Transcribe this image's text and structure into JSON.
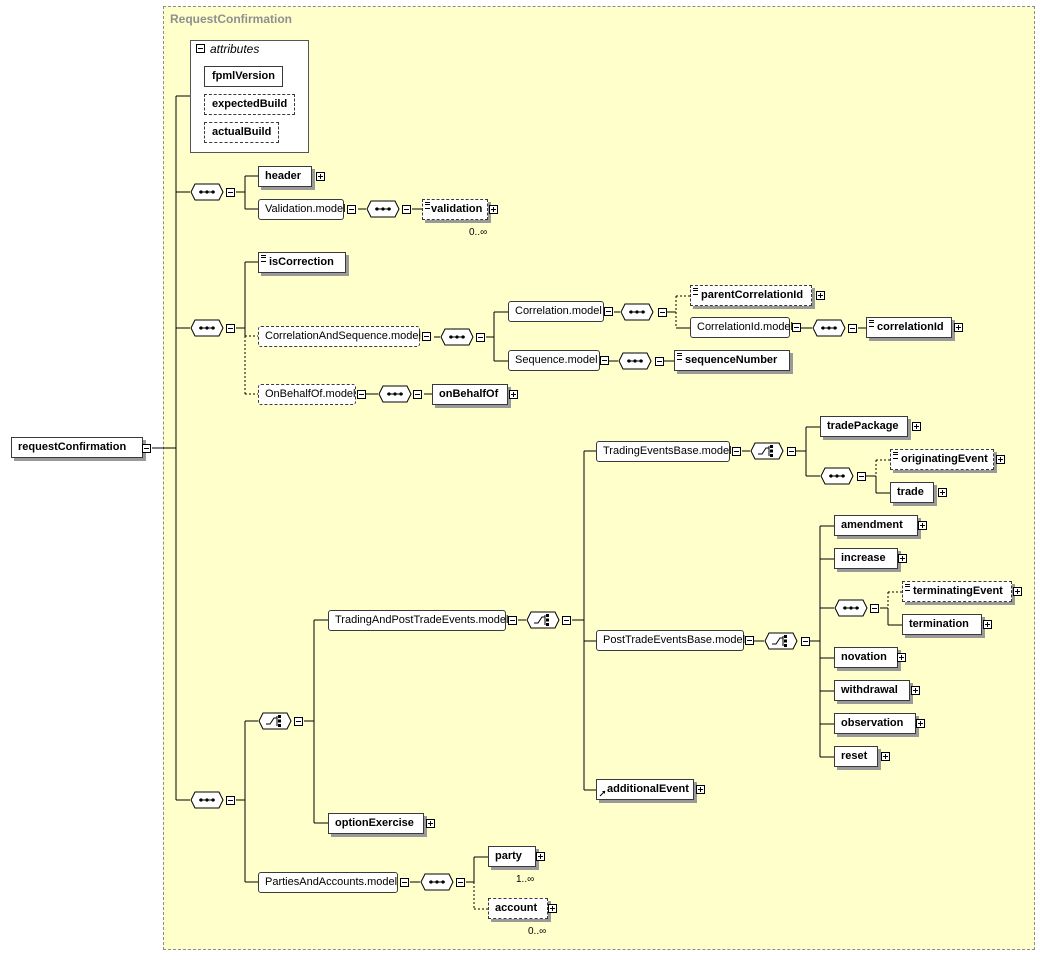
{
  "panel_title": "RequestConfirmation",
  "attributes": {
    "title": "attributes",
    "items": [
      "fpmlVersion",
      "expectedBuild",
      "actualBuild"
    ]
  },
  "nodes": {
    "root": "requestConfirmation",
    "header": "header",
    "validation_model": "Validation.model",
    "validation": "validation",
    "validation_card": "0..∞",
    "isCorrection": "isCorrection",
    "cs_model": "CorrelationAndSequence.model",
    "correlation_model": "Correlation.model",
    "parentCorrelationId": "parentCorrelationId",
    "correlationId_model": "CorrelationId.model",
    "correlationId": "correlationId",
    "sequence_model": "Sequence.model",
    "sequenceNumber": "sequenceNumber",
    "onbehalf_model": "OnBehalfOf.model",
    "onBehalfOf": "onBehalfOf",
    "tapte_model": "TradingAndPostTradeEvents.model",
    "te_base_model": "TradingEventsBase.model",
    "tradePackage": "tradePackage",
    "originatingEvent": "originatingEvent",
    "trade": "trade",
    "pte_base_model": "PostTradeEventsBase.model",
    "amendment": "amendment",
    "increase": "increase",
    "terminatingEvent": "terminatingEvent",
    "termination": "termination",
    "novation": "novation",
    "withdrawal": "withdrawal",
    "observation": "observation",
    "reset": "reset",
    "additionalEvent": "additionalEvent",
    "optionExercise": "optionExercise",
    "pa_model": "PartiesAndAccounts.model",
    "party": "party",
    "party_card": "1..∞",
    "account": "account",
    "account_card": "0..∞"
  }
}
